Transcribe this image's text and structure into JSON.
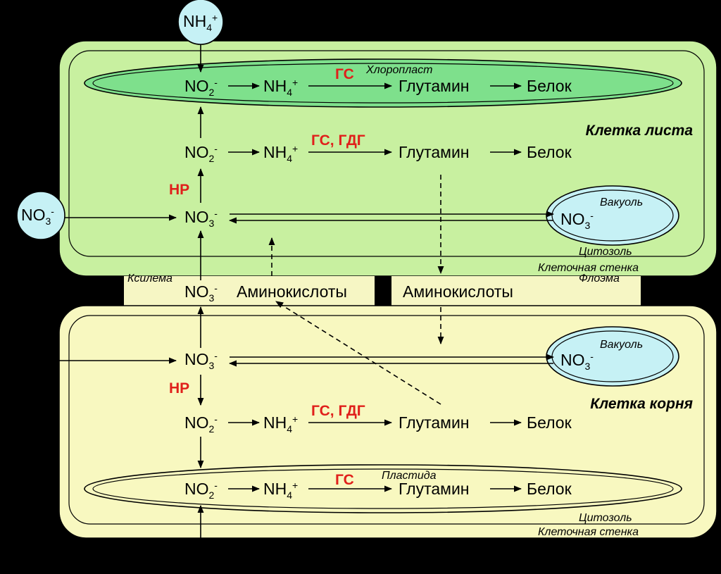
{
  "leaf": {
    "cell_label": "Клетка листа",
    "chloroplast_label": "Хлоропласт",
    "vacuole_label": "Вакуоль",
    "cytosol_label": "Цитозоль",
    "wall_label": "Клеточная стенка",
    "enzyme_gs": "ГС",
    "enzyme_gs_gdg": "ГС, ГДГ",
    "enzyme_nr": "НР"
  },
  "root": {
    "cell_label": "Клетка корня",
    "plastid_label": "Пластида",
    "vacuole_label": "Вакуоль",
    "cytosol_label": "Цитозоль",
    "wall_label": "Клеточная стенка",
    "enzyme_gs": "ГС",
    "enzyme_gs_gdg": "ГС, ГДГ",
    "enzyme_nr": "НР"
  },
  "transport": {
    "xylem_label": "Ксилема",
    "phloem_label": "Флоэма",
    "amino_acids": "Аминокислоты"
  },
  "species": {
    "no2": "NO",
    "no2_sub": "2",
    "no2_sup": "-",
    "no3": "NO",
    "no3_sub": "3",
    "no3_sup": "-",
    "nh4": "NH",
    "nh4_sub": "4",
    "nh4_sup": "+",
    "glutamine": "Глутамин",
    "protein": "Белок"
  },
  "colors": {
    "background": "#000000",
    "leaf_cell": "#c8f0a0",
    "root_cell": "#f8f8c0",
    "chloroplast": "#7ee08c",
    "vacuole": "#c6f1f5",
    "transport_box": "#f6f6c4",
    "enzyme": "#e0201b"
  }
}
